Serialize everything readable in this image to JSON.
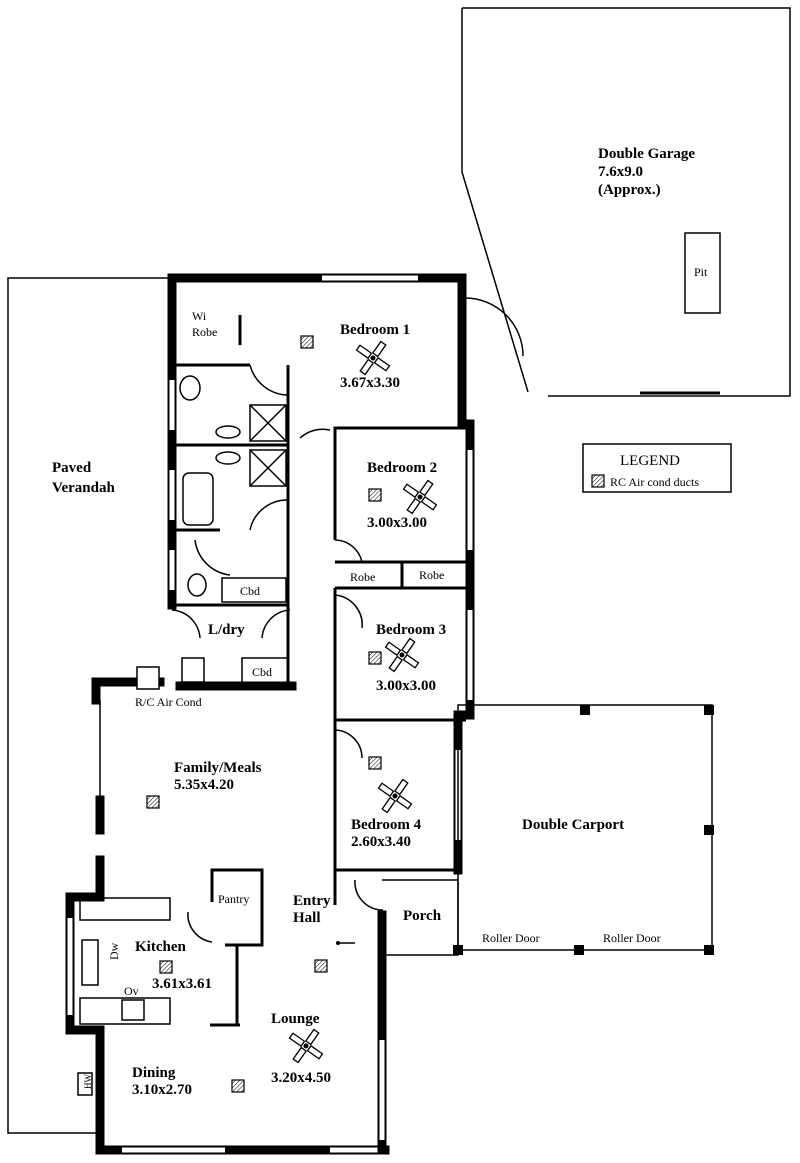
{
  "rooms": {
    "garage": {
      "name": "Double Garage",
      "size": "7.6x9.0",
      "note": "(Approx.)",
      "pit": "Pit"
    },
    "verandah": {
      "line1": "Paved",
      "line2": "Verandah"
    },
    "bedroom1": {
      "name": "Bedroom 1",
      "size": "3.67x3.30"
    },
    "wirobe": {
      "line1": "Wi",
      "line2": "Robe"
    },
    "bedroom2": {
      "name": "Bedroom 2",
      "size": "3.00x3.00"
    },
    "bedroom3": {
      "name": "Bedroom 3",
      "size": "3.00x3.00"
    },
    "bedroom4": {
      "name": "Bedroom 4",
      "size": "2.60x3.40"
    },
    "robe_a": "Robe",
    "robe_b": "Robe",
    "cbd_a": "Cbd",
    "cbd_b": "Cbd",
    "laundry": "L/dry",
    "aircon": "R/C Air Cond",
    "family": {
      "name": "Family/Meals",
      "size": "5.35x4.20"
    },
    "pantry": "Pantry",
    "entry": {
      "line1": "Entry",
      "line2": "Hall"
    },
    "porch": "Porch",
    "kitchen": {
      "name": "Kitchen",
      "size": "3.61x3.61",
      "dw": "Dw",
      "ov": "Ov"
    },
    "lounge": {
      "name": "Lounge",
      "size": "3.20x4.50"
    },
    "dining": {
      "name": "Dining",
      "size": "3.10x2.70"
    },
    "hw": "HW",
    "carport": {
      "name": "Double Carport",
      "door1": "Roller Door",
      "door2": "Roller Door"
    }
  },
  "legend": {
    "title": "LEGEND",
    "item": "RC Air cond ducts"
  }
}
